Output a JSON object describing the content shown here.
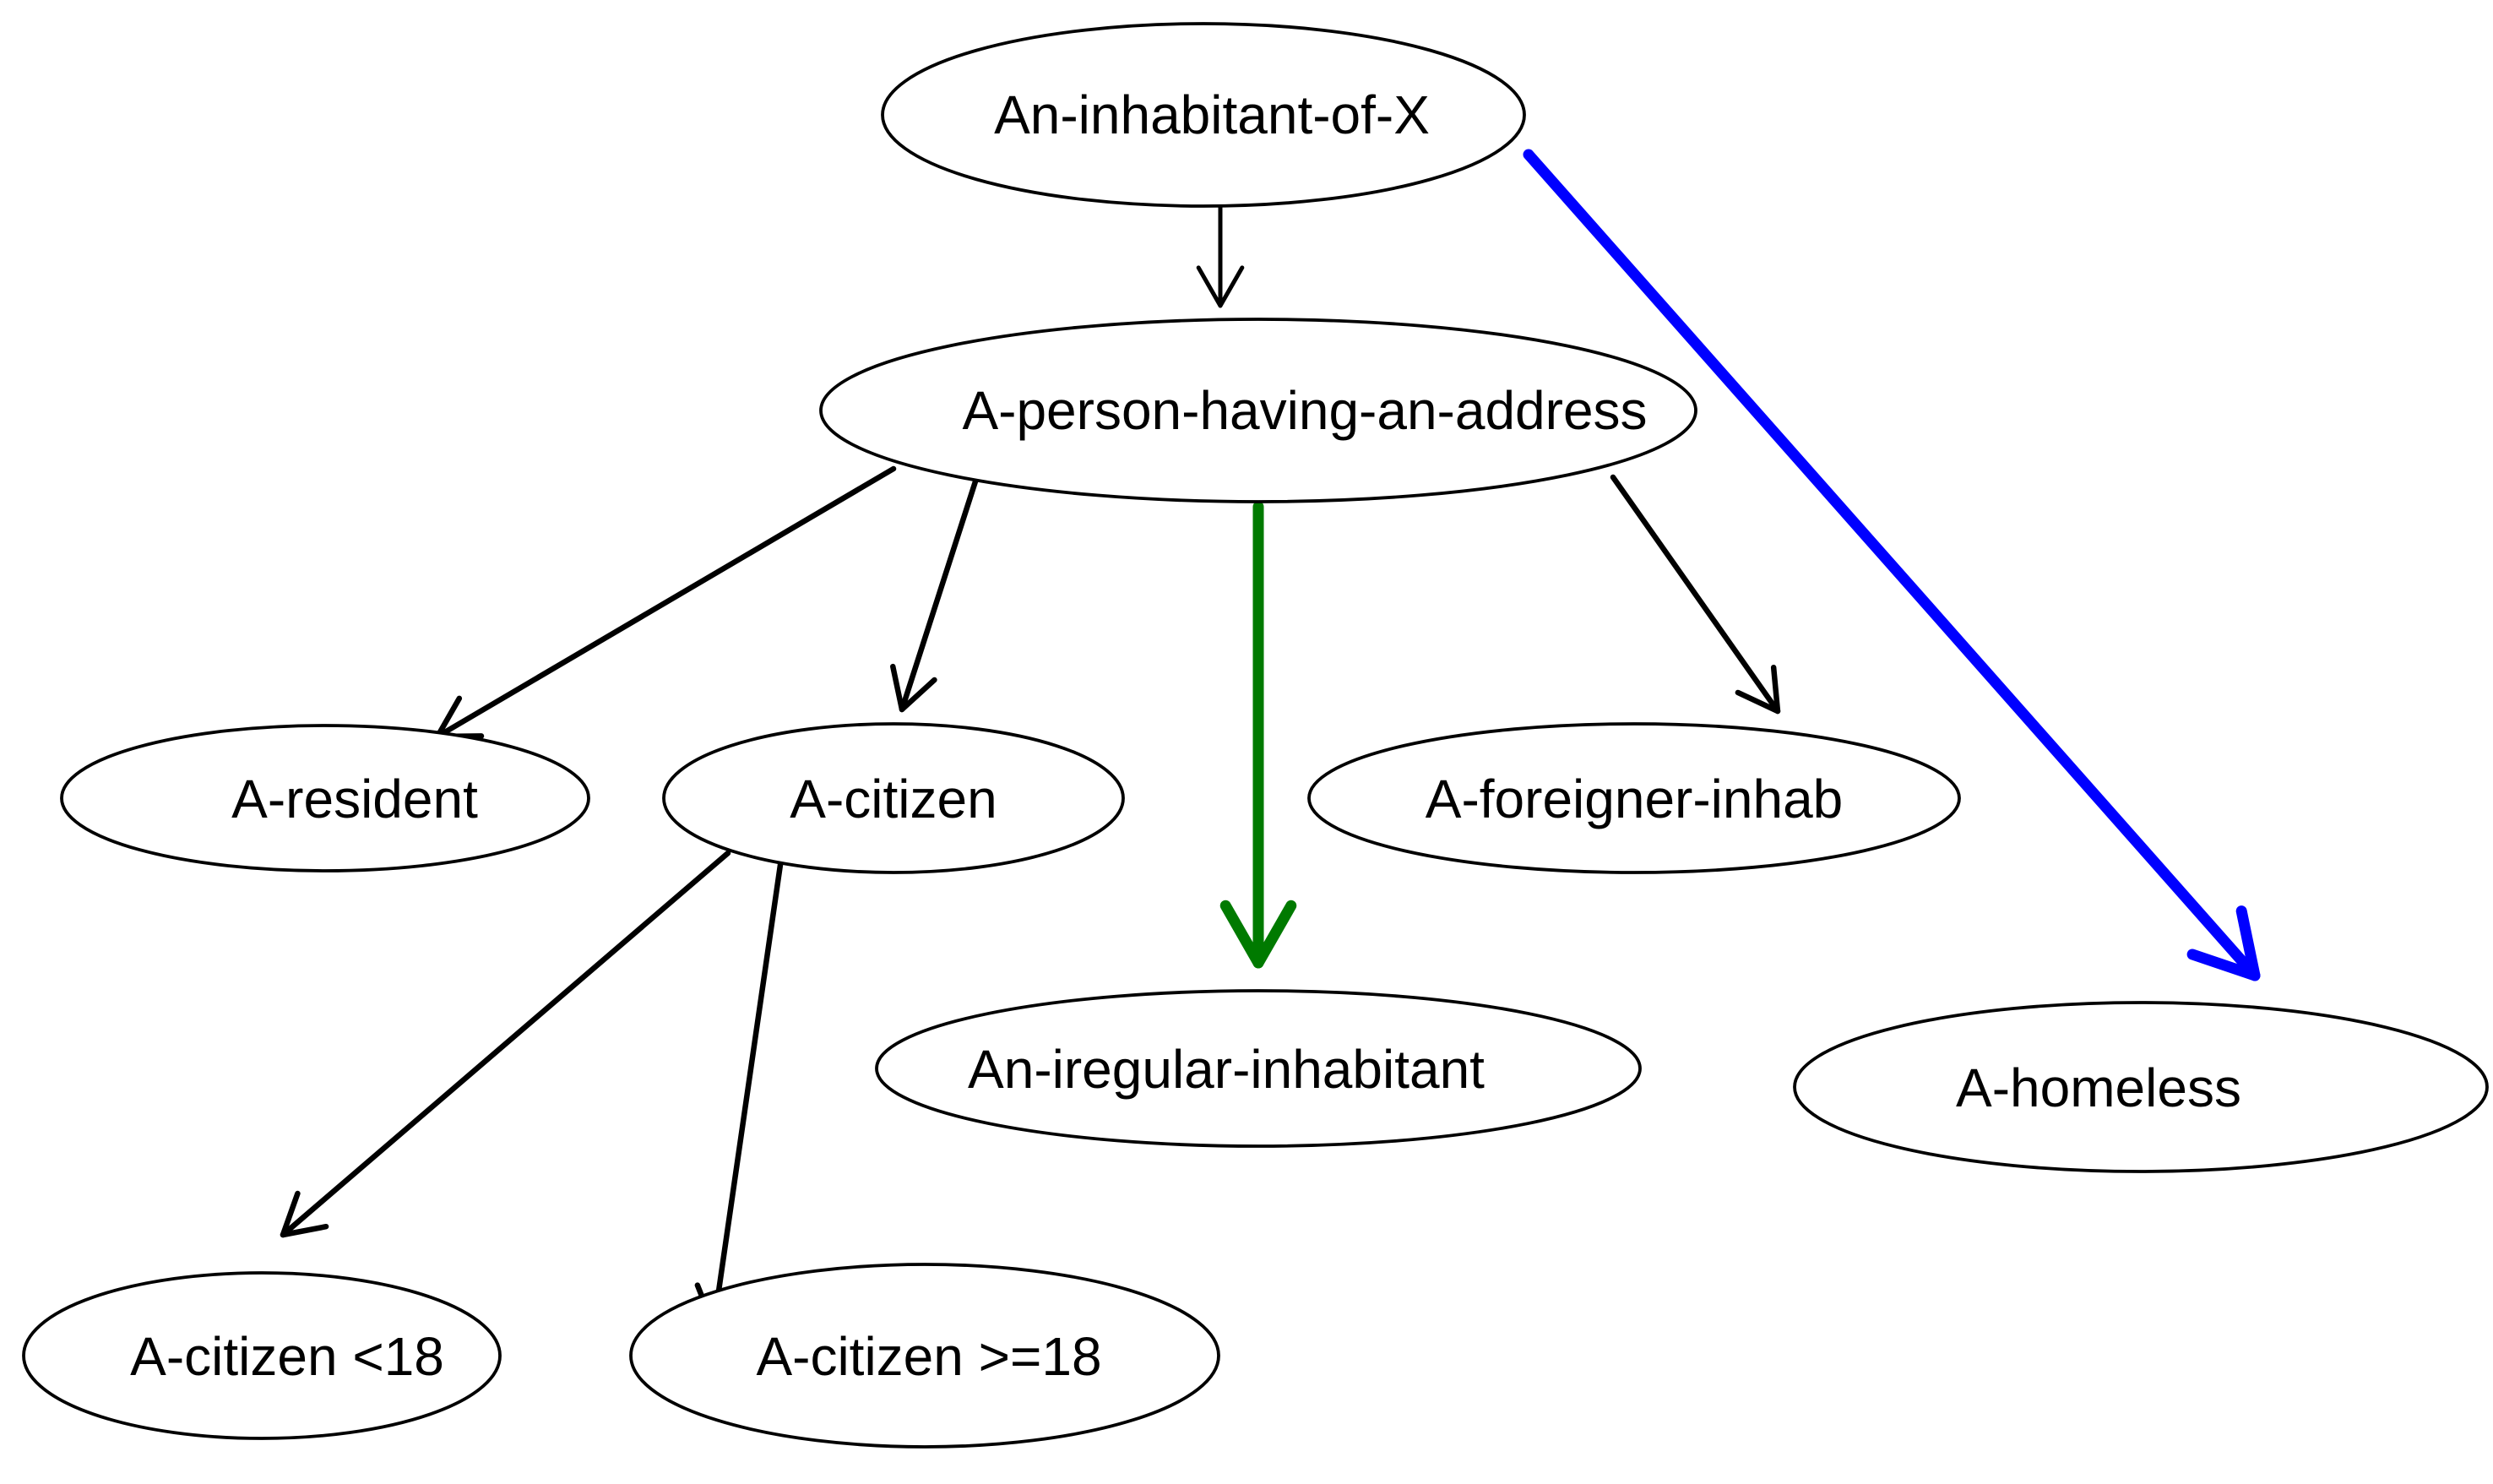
{
  "diagram": {
    "nodes": [
      {
        "id": "inhabitant",
        "label": "An-inhabitant-of-X"
      },
      {
        "id": "address",
        "label": "A-person-having-an-address"
      },
      {
        "id": "resident",
        "label": "A-resident"
      },
      {
        "id": "citizen",
        "label": "A-citizen"
      },
      {
        "id": "foreigner",
        "label": "A-foreigner-inhab"
      },
      {
        "id": "irregular",
        "label": "An-iregular-inhabitant"
      },
      {
        "id": "homeless",
        "label": "A-homeless"
      },
      {
        "id": "citizen_minor",
        "label": "A-citizen <18"
      },
      {
        "id": "citizen_adult",
        "label": "A-citizen >=18"
      }
    ],
    "edges": [
      {
        "from": "inhabitant",
        "to": "address",
        "color": "#000000"
      },
      {
        "from": "inhabitant",
        "to": "homeless",
        "color": "#0000ff"
      },
      {
        "from": "address",
        "to": "resident",
        "color": "#000000"
      },
      {
        "from": "address",
        "to": "citizen",
        "color": "#000000"
      },
      {
        "from": "address",
        "to": "irregular",
        "color": "#007a00"
      },
      {
        "from": "address",
        "to": "foreigner",
        "color": "#000000"
      },
      {
        "from": "citizen",
        "to": "citizen_minor",
        "color": "#000000"
      },
      {
        "from": "citizen",
        "to": "citizen_adult",
        "color": "#000000"
      }
    ]
  }
}
